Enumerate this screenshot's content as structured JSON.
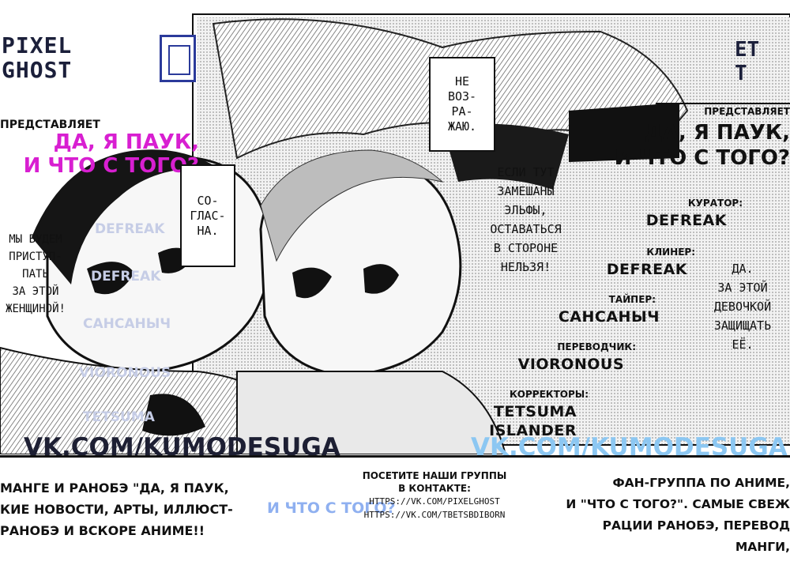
{
  "logo": {
    "text": "PIXEL\nGHOST",
    "right_fragment": "ET\nT"
  },
  "credits_left": {
    "presents_label": "ПРЕДСТАВЛЯЕТ",
    "title": "ДА, Я ПАУК,\nИ ЧТО С ТОГО?",
    "curator": "DEFREAK",
    "cleaner": "DEFREAK",
    "typer": "САНСАНЫЧ",
    "translator": "VIORONOUS",
    "proofreader": "TETSUMA"
  },
  "bubbles": {
    "b1": "НЕ\nВОЗ-\nРА-\nЖАЮ.",
    "b2": "СО-\nГЛАС-\nНА.",
    "b3": "ЕСЛИ ТУТ\nЗАМЕШАНЫ\nЭЛЬФЫ,\nОСТАВАТЬСЯ\nВ СТОРОНЕ\nНЕЛЬЗЯ!",
    "b4": "МЫ БУДЕМ\nПРИСТУП-\nПАТЬ\nЗА ЭТОЙ\nЖЕНЩИНОЙ!",
    "b5": "ДА.\nЗА ЭТОЙ\nДЕВОЧКОЙ\nЗАЩИЩАТЬ\nЕЁ."
  },
  "credits_right": {
    "presents_label": "ПРЕДСТАВЛЯЕТ",
    "title": "ДА, Я ПАУК,\nИ ЧТО С ТОГО?",
    "curator_label": "КУРАТОР:",
    "curator": "DEFREAK",
    "cleaner_label": "КЛИНЕР:",
    "cleaner": "DEFREAK",
    "typer_label": "ТАЙПЕР:",
    "typer": "САНСАНЫЧ",
    "translator_label": "ПЕРЕВОДЧИК:",
    "translator": "VIORONOUS",
    "proofreaders_label": "КОРРЕКТОРЫ:",
    "proofreader1": "TETSUMA",
    "proofreader2": "ISLANDER"
  },
  "banners": {
    "left": "VK.COM/KUMODESUGA",
    "right": "VK.COM/KUMODESUGA"
  },
  "bottom": {
    "blurb_left": "МАНГЕ И РАНОБЭ \"ДА, Я ПАУК,\nКИЕ НОВОСТИ, АРТЫ, ИЛЛЮСТ-\nРАНОБЭ И ВСКОРЕ АНИМЕ!!",
    "visit_text": "ПОСЕТИТЕ НАШИ ГРУППЫ\nВ КОНТАКТЕ:",
    "link1": "HTTPS://VK.COM/PIXELGHOST",
    "link2": "HTTPS://VK.COM/TBETSBDIBORN",
    "faded_title": "И ЧТО С ТОГО?",
    "blurb_right": "ФАН-ГРУППА ПО АНИМЕ,\nИ \"ЧТО С ТОГО?\". САМЫЕ СВЕЖ\nРАЦИИ РАНОБЭ, ПЕРЕВОД МАНГИ,"
  },
  "colors": {
    "title_magenta": "#d81fd1",
    "banner_blue": "#8cc7f2",
    "logo_navy": "#1b1f3a"
  }
}
